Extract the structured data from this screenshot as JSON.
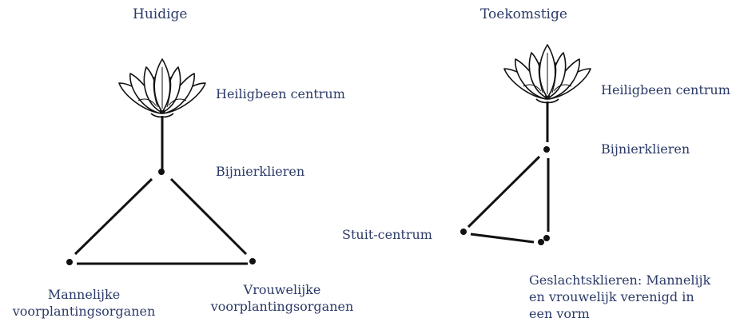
{
  "current": {
    "heading": "Huidige",
    "sacrum_label": "Heiligbeen centrum",
    "adrenal_label": "Bijnierklieren",
    "male_label": "Mannelijke\nvoorplantingsorganen",
    "female_label": "Vrouwelijke\nvoorplantingsorganen"
  },
  "future": {
    "heading": "Toekomstige",
    "sacrum_label": "Heiligbeen centrum",
    "adrenal_label": "Bijnierklieren",
    "coccyx_label": "Stuit-centrum",
    "gonads_label": "Geslachtsklieren: Mannelijk\nen vrouwelijk verenigd in\neen vorm"
  },
  "colors": {
    "text": "#2b3a67",
    "lines": "#111111"
  },
  "icons": [
    "lotus-icon"
  ]
}
